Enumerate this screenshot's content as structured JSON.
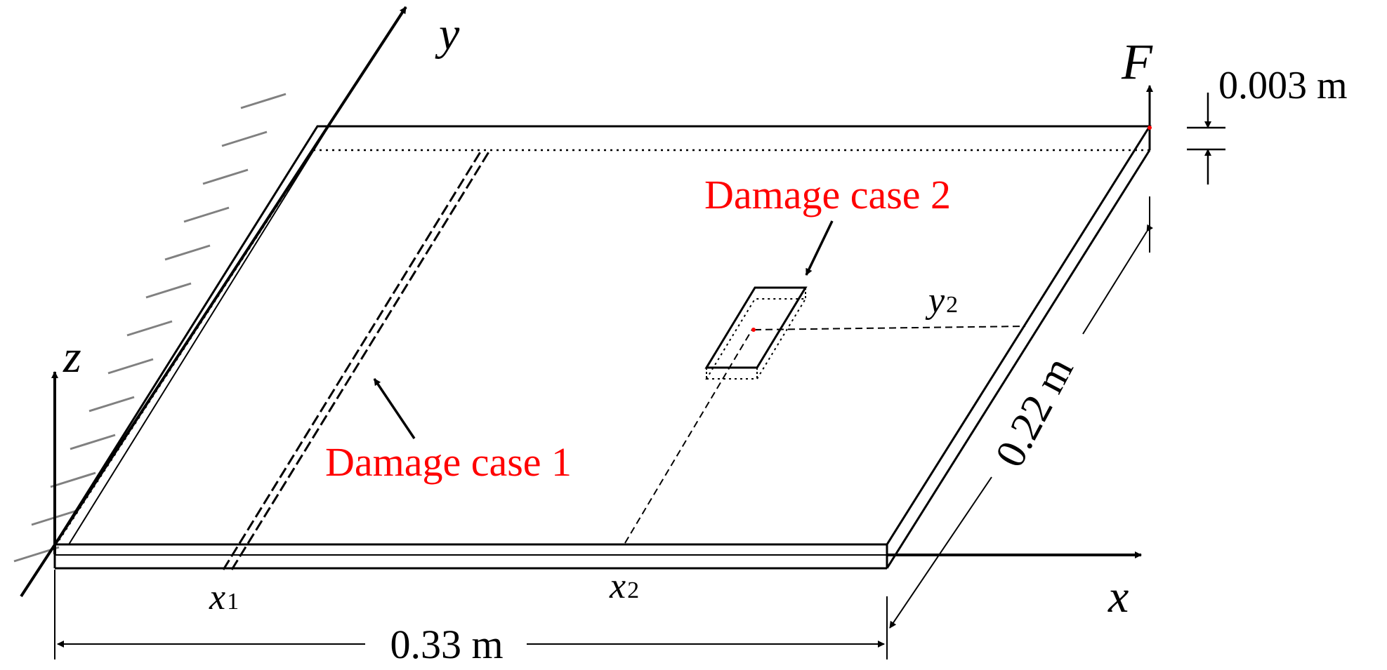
{
  "axes": {
    "x": "x",
    "y": "y",
    "z": "z"
  },
  "load": {
    "label": "F"
  },
  "dimensions": {
    "thickness": "0.003 m",
    "width": "0.22 m",
    "length": "0.33 m"
  },
  "positions": {
    "x1": {
      "main": "x",
      "sub": "1"
    },
    "x2": {
      "main": "x",
      "sub": "2"
    },
    "y2": {
      "main": "y",
      "sub": "2"
    }
  },
  "damage_cases": {
    "case1": "Damage case 1",
    "case2": "Damage case 2"
  },
  "colors": {
    "line": "#000000",
    "damage_label": "#ff0000",
    "support_hatch": "#808080",
    "background": "#ffffff"
  }
}
